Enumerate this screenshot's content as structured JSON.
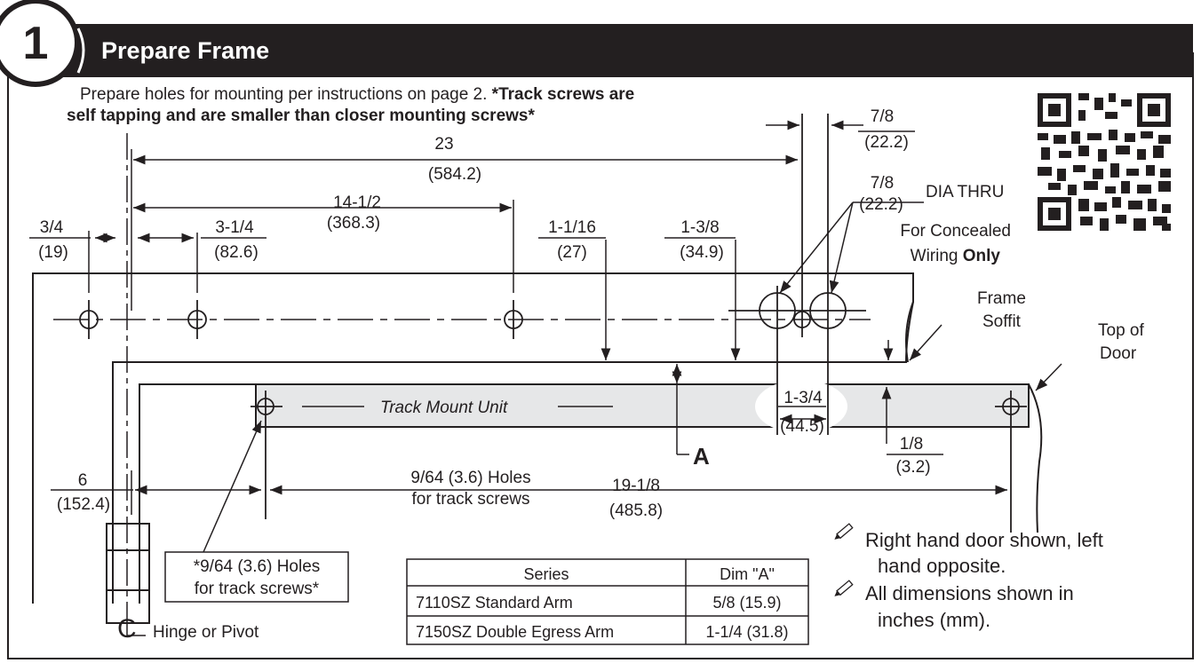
{
  "header": {
    "step_number": "1",
    "title": "Prepare Frame"
  },
  "intro": {
    "line1_plain": "Prepare holes for mounting per instructions on page 2. ",
    "line1_bold": "*Track screws are",
    "line2_bold": "self tapping and are smaller than closer mounting screws*"
  },
  "dimensions": {
    "d23_in": "23",
    "d23_mm": "(584.2)",
    "d14_in": "14-1/2",
    "d14_mm": "(368.3)",
    "d34_in": "3/4",
    "d34_mm": "(19)",
    "d314_in": "3-1/4",
    "d314_mm": "(82.6)",
    "d1116_in": "1-1/16",
    "d1116_mm": "(27)",
    "d138_in": "1-3/8",
    "d138_mm": "(34.9)",
    "d78a_in": "7/8",
    "d78a_mm": "(22.2)",
    "d78b_in": "7/8",
    "d78b_mm": "(22.2)",
    "d134_in": "1-3/4",
    "d134_mm": "(44.5)",
    "d18_in": "1/8",
    "d18_mm": "(3.2)",
    "d6_in": "6",
    "d6_mm": "(152.4)",
    "d1918_in": "19-1/8",
    "d1918_mm": "(485.8)"
  },
  "labels": {
    "dia_thru": "DIA THRU",
    "concealed_1": "For Concealed",
    "concealed_2_plain": "Wiring ",
    "concealed_2_bold": "Only",
    "frame_1": "Frame",
    "frame_2": "Soffit",
    "top_1": "Top of",
    "top_2": "Door",
    "track_unit": "Track Mount Unit",
    "dim_a": "A",
    "holes_1": "9/64 (3.6) Holes",
    "holes_2": "for track screws",
    "box_1": "*9/64 (3.6) Holes",
    "box_2": "for track screws*",
    "hinge_symbol": "C",
    "hinge": "Hinge or Pivot"
  },
  "table": {
    "headers": [
      "Series",
      "Dim \"A\""
    ],
    "rows": [
      [
        "7110SZ Standard Arm",
        "5/8 (15.9)"
      ],
      [
        "7150SZ Double Egress Arm",
        "1-1/4 (31.8)"
      ]
    ]
  },
  "notes": [
    {
      "icon": "pencil-icon",
      "line1": "Right hand door shown, left",
      "line2": "hand opposite."
    },
    {
      "icon": "pencil-icon",
      "line1": "All dimensions shown in",
      "line2": "inches (mm)."
    }
  ],
  "colors": {
    "header_bg": "#231f20",
    "track_fill": "#e6e7e8",
    "ink": "#231f20"
  }
}
